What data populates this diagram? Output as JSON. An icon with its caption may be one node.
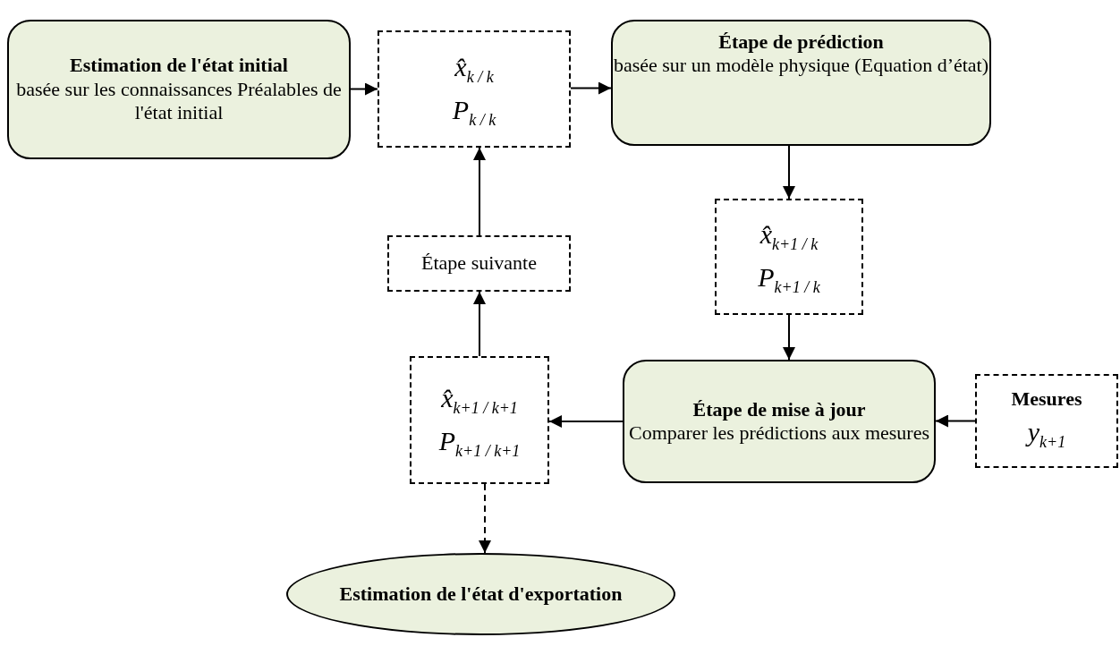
{
  "diagram": {
    "nodes": [
      {
        "text": [
          "Estimation de l'état initial",
          "basée sur les connaissances Préalables de l'état initial"
        ]
      },
      {
        "text": [
          "x̂$_{k / k}$",
          "P$_{k / k}$"
        ]
      },
      {
        "text": [
          "Étape de prédiction",
          "basée sur un modèle physique (Equation d’état)"
        ]
      },
      {
        "text": [
          "x̂$_{k+1 / k}$",
          "P$_{k+1 / k}$"
        ]
      },
      {
        "text": [
          "Étape de mise à jour",
          "Comparer les prédictions aux mesures"
        ]
      },
      {
        "text": [
          "Mesures",
          "y$_{k+1}$"
        ]
      },
      {
        "text": [
          "x̂$_{k+1 / k+1}$",
          "P$_{k+1 / k+1}$"
        ]
      },
      {
        "text": [
          "Étape suivante"
        ]
      },
      {
        "text": [
          "Estimation de l'état d'exportation"
        ]
      }
    ],
    "edges": [
      {
        "from": 0,
        "to": 1,
        "arrow": "to"
      },
      {
        "from": 1,
        "to": 2,
        "arrow": "to"
      },
      {
        "from": 2,
        "to": 3,
        "arrow": "to"
      },
      {
        "from": 3,
        "to": 4,
        "arrow": "to"
      },
      {
        "from": 5,
        "to": 4,
        "arrow": "to"
      },
      {
        "from": 4,
        "to": 6,
        "arrow": "to"
      },
      {
        "from": 6,
        "to": 7,
        "arrow": "to"
      },
      {
        "from": 7,
        "to": 1,
        "arrow": "to"
      },
      {
        "from": 6,
        "to": 8,
        "arrow": "to",
        "style": "dashed"
      }
    ]
  }
}
